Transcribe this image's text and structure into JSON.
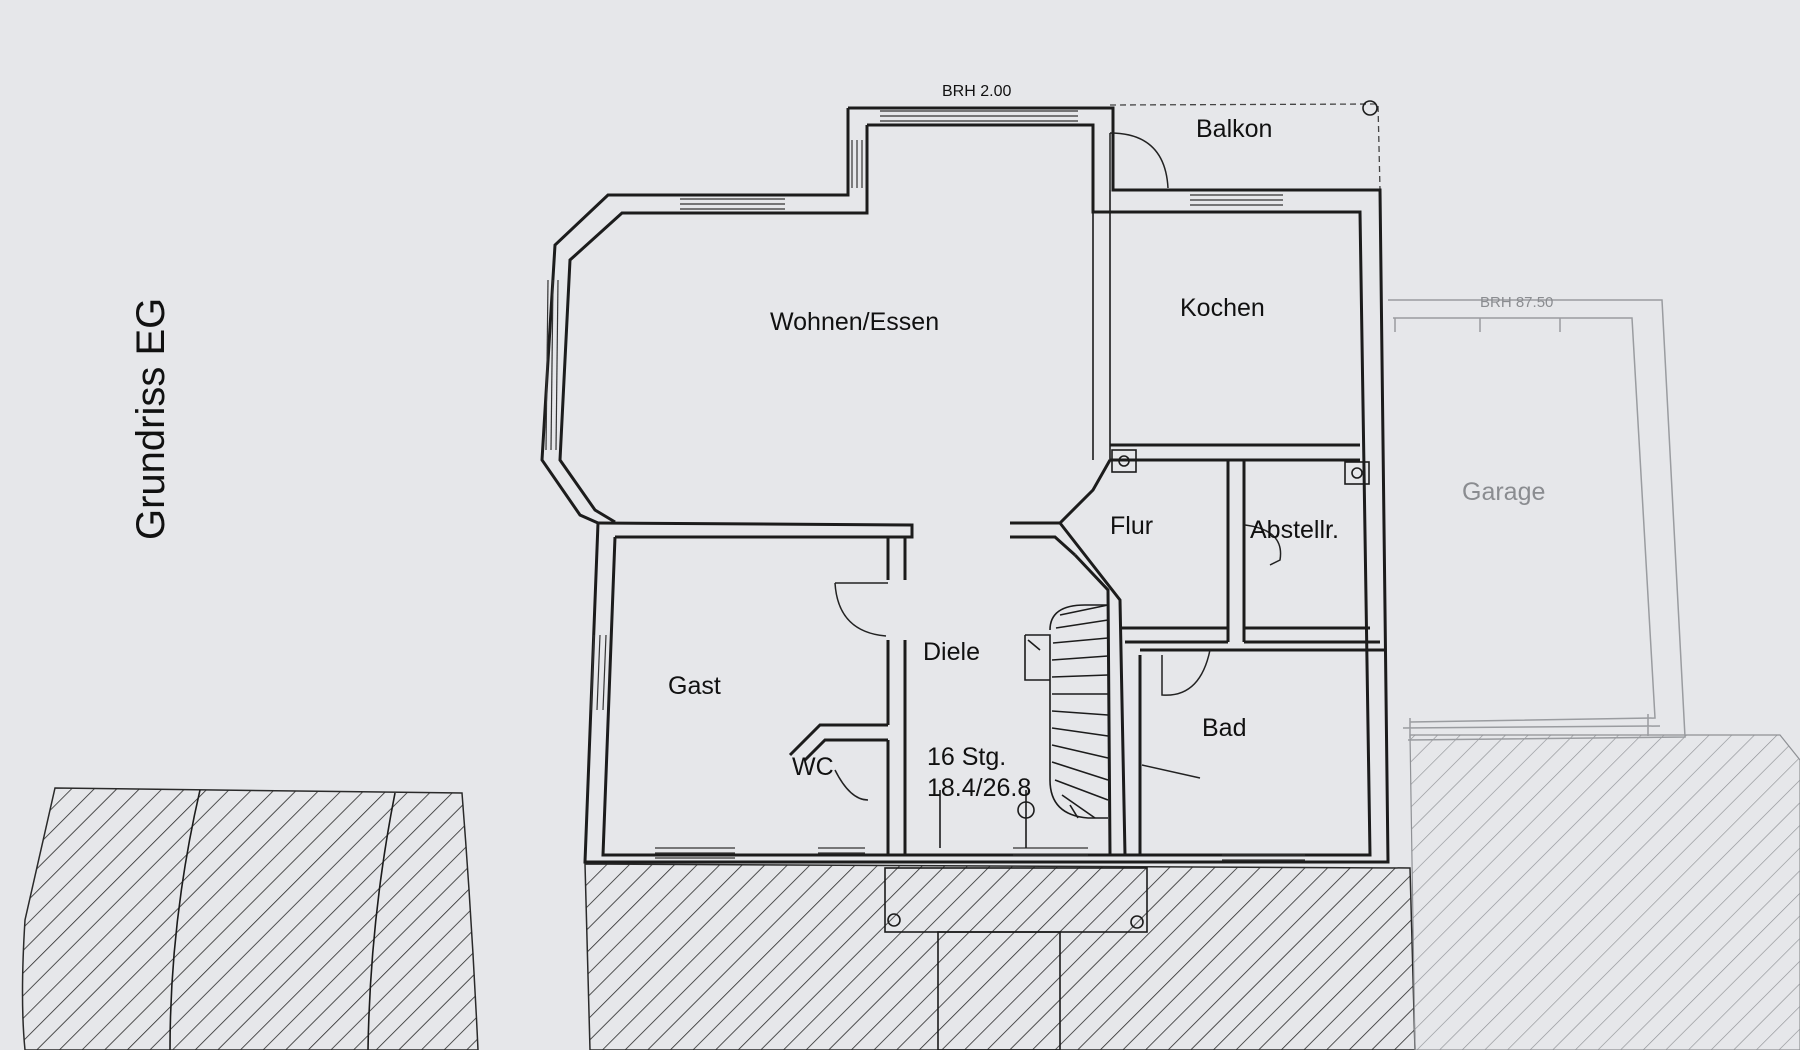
{
  "title": "Grundriss EG",
  "annotations": {
    "window_height_top": "BRH 2.00",
    "window_height_garage": "BRH 87.50"
  },
  "rooms": {
    "wohnen": "Wohnen/Essen",
    "kochen": "Kochen",
    "balkon": "Balkon",
    "flur": "Flur",
    "abstell": "Abstellr.",
    "diele": "Diele",
    "gast": "Gast",
    "wc": "WC",
    "bad": "Bad",
    "garage": "Garage"
  },
  "stairs": {
    "count": "16 Stg.",
    "ratio": "18.4/26.8"
  },
  "colors": {
    "paper": "#e6e7ea",
    "ink": "#1c1c1c",
    "faint_ink": "#8a8c90"
  }
}
